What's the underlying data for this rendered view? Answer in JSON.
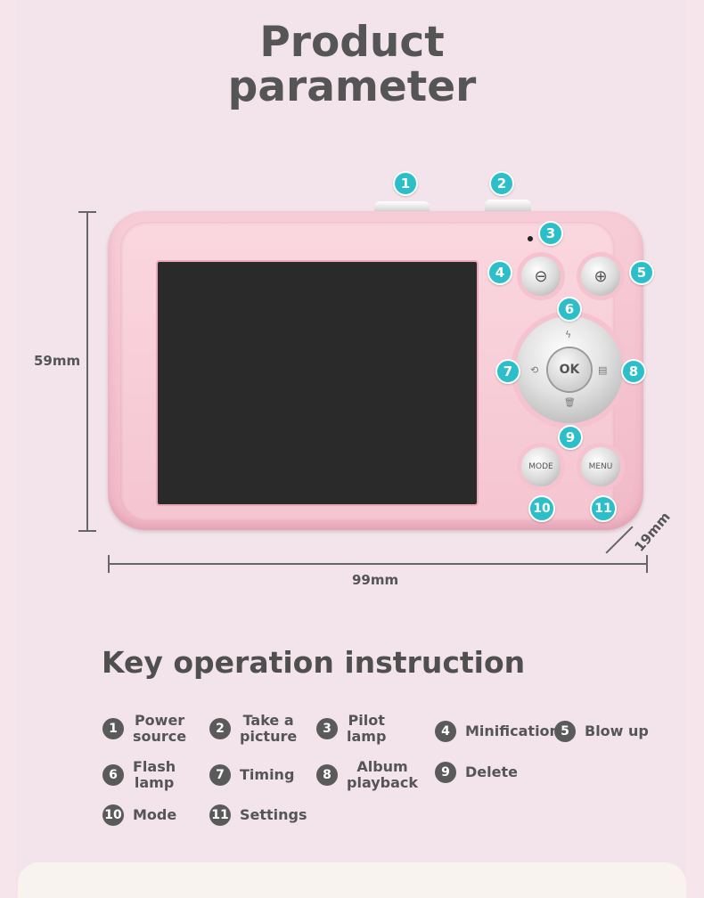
{
  "title": {
    "line1": "Product",
    "line2": "parameter"
  },
  "dimensions": {
    "height": "59mm",
    "width": "99mm",
    "depth": "19mm"
  },
  "camera": {
    "ok_label": "OK",
    "mode_label": "MODE",
    "menu_label": "MENU",
    "zoom_out_glyph": "⊖",
    "zoom_in_glyph": "⊕",
    "flash_glyph": "ϟ",
    "timer_glyph": "⟲",
    "playback_glyph": "▤",
    "delete_glyph": "🗑",
    "colors": {
      "body": "#f2b9c8",
      "screen": "#2a2a2a",
      "callout": "#2dbfc9"
    }
  },
  "callouts": [
    "1",
    "2",
    "3",
    "4",
    "5",
    "6",
    "7",
    "8",
    "9",
    "10",
    "11"
  ],
  "instructions": {
    "title": "Key operation instruction",
    "items": [
      {
        "num": "1",
        "label": "Power\nsource"
      },
      {
        "num": "2",
        "label": "Take a\npicture"
      },
      {
        "num": "3",
        "label": "Pilot\nlamp"
      },
      {
        "num": "4",
        "label": "Minification"
      },
      {
        "num": "5",
        "label": "Blow up"
      },
      {
        "num": "6",
        "label": "Flash\nlamp"
      },
      {
        "num": "7",
        "label": "Timing"
      },
      {
        "num": "8",
        "label": "Album\nplayback"
      },
      {
        "num": "9",
        "label": "Delete"
      },
      {
        "num": "10",
        "label": "Mode"
      },
      {
        "num": "11",
        "label": "Settings"
      }
    ]
  }
}
